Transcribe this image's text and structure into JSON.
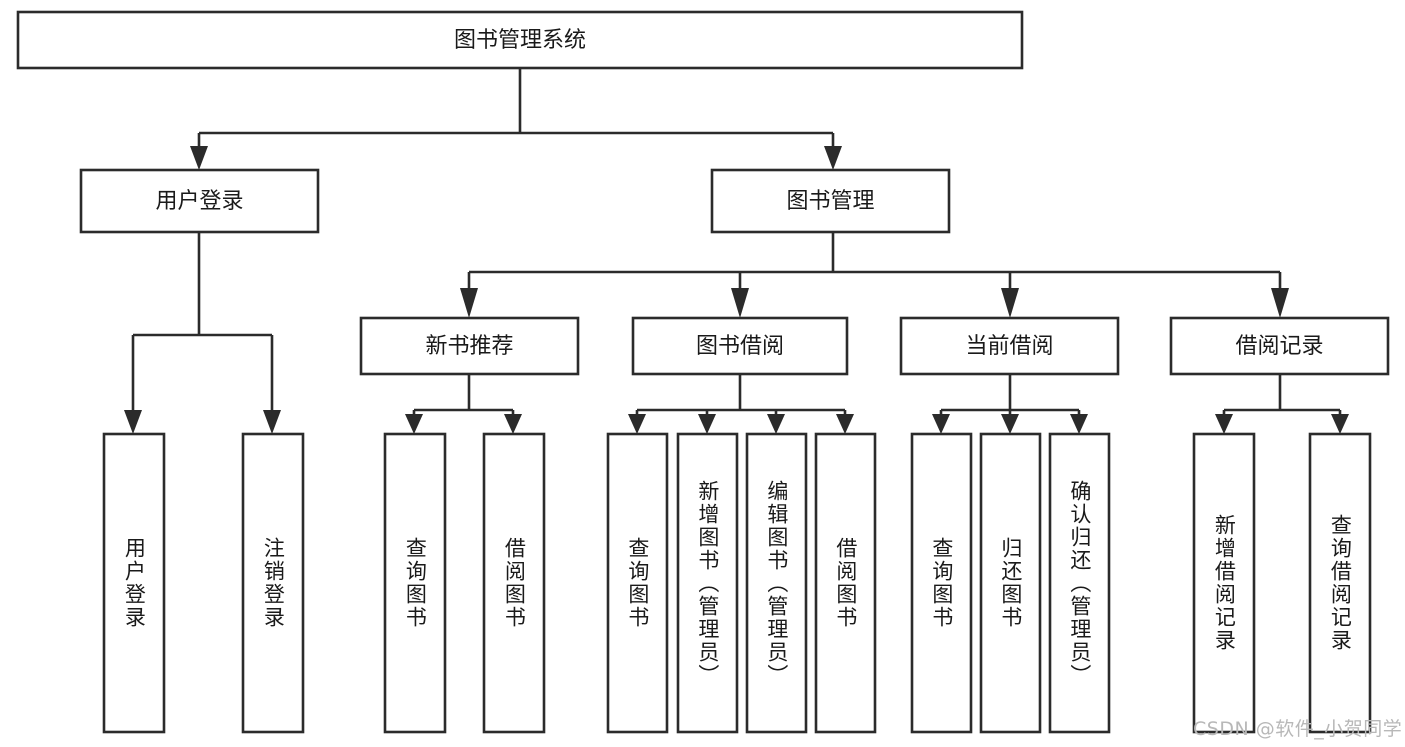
{
  "diagram": {
    "type": "tree",
    "title": "图书管理系统",
    "orientation": "top-down",
    "colors": {
      "box_fill": "#ffffff",
      "box_stroke": "#2b2b2b",
      "text": "#1a1a1a",
      "background": "#ffffff",
      "watermark": "#b8b8b8"
    },
    "root": {
      "label": "图书管理系统",
      "text_direction": "horizontal"
    },
    "level2": [
      {
        "label": "用户登录",
        "text_direction": "horizontal"
      },
      {
        "label": "图书管理",
        "text_direction": "horizontal"
      }
    ],
    "level3": [
      {
        "label": "新书推荐",
        "text_direction": "horizontal",
        "parent": "图书管理"
      },
      {
        "label": "图书借阅",
        "text_direction": "horizontal",
        "parent": "图书管理"
      },
      {
        "label": "当前借阅",
        "text_direction": "horizontal",
        "parent": "图书管理"
      },
      {
        "label": "借阅记录",
        "text_direction": "horizontal",
        "parent": "图书管理"
      }
    ],
    "leaves": [
      {
        "label": "用户登录",
        "text_direction": "vertical",
        "parent": "用户登录"
      },
      {
        "label": "注销登录",
        "text_direction": "vertical",
        "parent": "用户登录"
      },
      {
        "label": "查询图书",
        "text_direction": "vertical",
        "parent": "新书推荐"
      },
      {
        "label": "借阅图书",
        "text_direction": "vertical",
        "parent": "新书推荐"
      },
      {
        "label": "查询图书",
        "text_direction": "vertical",
        "parent": "图书借阅"
      },
      {
        "label": "新增图书（管理员）",
        "text_direction": "vertical",
        "parent": "图书借阅"
      },
      {
        "label": "编辑图书（管理员）",
        "text_direction": "vertical",
        "parent": "图书借阅"
      },
      {
        "label": "借阅图书",
        "text_direction": "vertical",
        "parent": "图书借阅"
      },
      {
        "label": "查询图书",
        "text_direction": "vertical",
        "parent": "当前借阅"
      },
      {
        "label": "归还图书",
        "text_direction": "vertical",
        "parent": "当前借阅"
      },
      {
        "label": "确认归还（管理员）",
        "text_direction": "vertical",
        "parent": "当前借阅"
      },
      {
        "label": "新增借阅记录",
        "text_direction": "vertical",
        "parent": "借阅记录"
      },
      {
        "label": "查询借阅记录",
        "text_direction": "vertical",
        "parent": "借阅记录"
      }
    ],
    "watermark": "CSDN @软件_小贺同学"
  }
}
